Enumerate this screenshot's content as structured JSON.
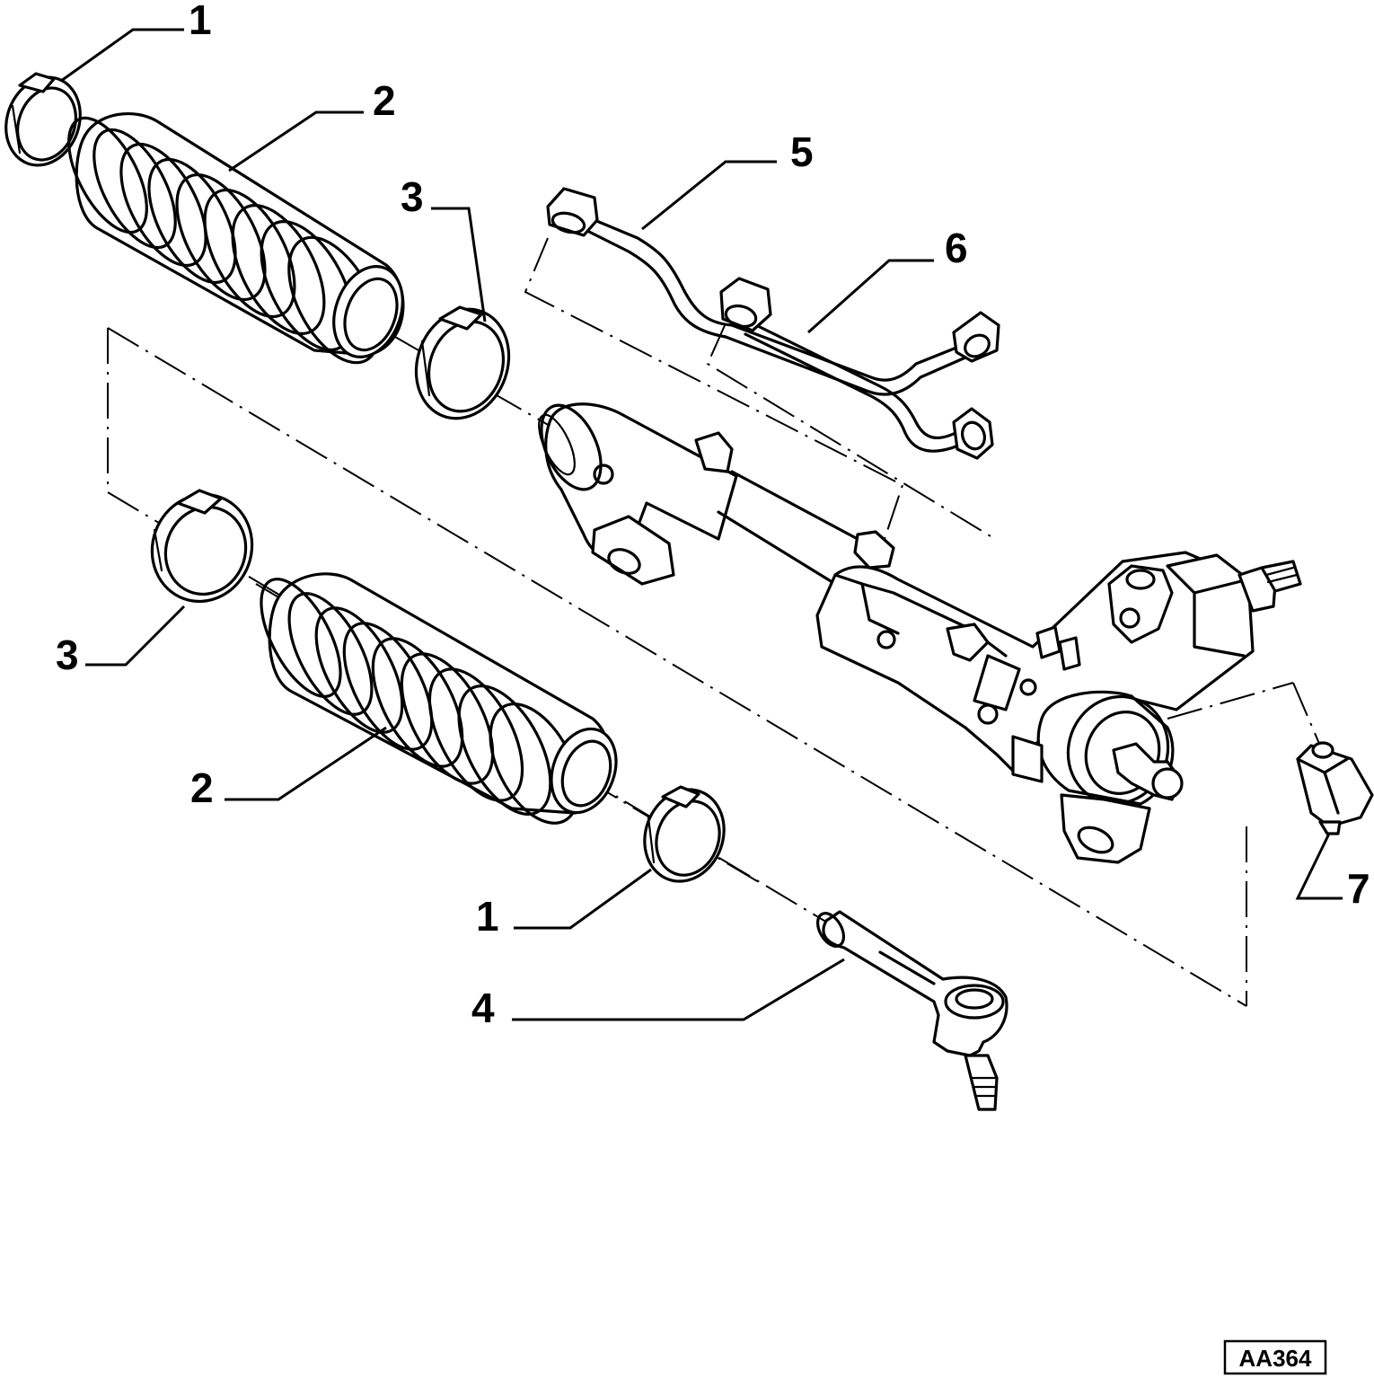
{
  "callouts": [
    {
      "id": "clamp-top-left",
      "label": "1"
    },
    {
      "id": "boot-top",
      "label": "2"
    },
    {
      "id": "clamp-top-middle",
      "label": "3"
    },
    {
      "id": "pipe-upper",
      "label": "5"
    },
    {
      "id": "pipe-lower",
      "label": "6"
    },
    {
      "id": "clamp-left-middle",
      "label": "3"
    },
    {
      "id": "boot-bottom",
      "label": "2"
    },
    {
      "id": "clamp-bottom-middle",
      "label": "1"
    },
    {
      "id": "tie-rod-end",
      "label": "4"
    },
    {
      "id": "sensor",
      "label": "7"
    }
  ],
  "reference_code": "AA364"
}
